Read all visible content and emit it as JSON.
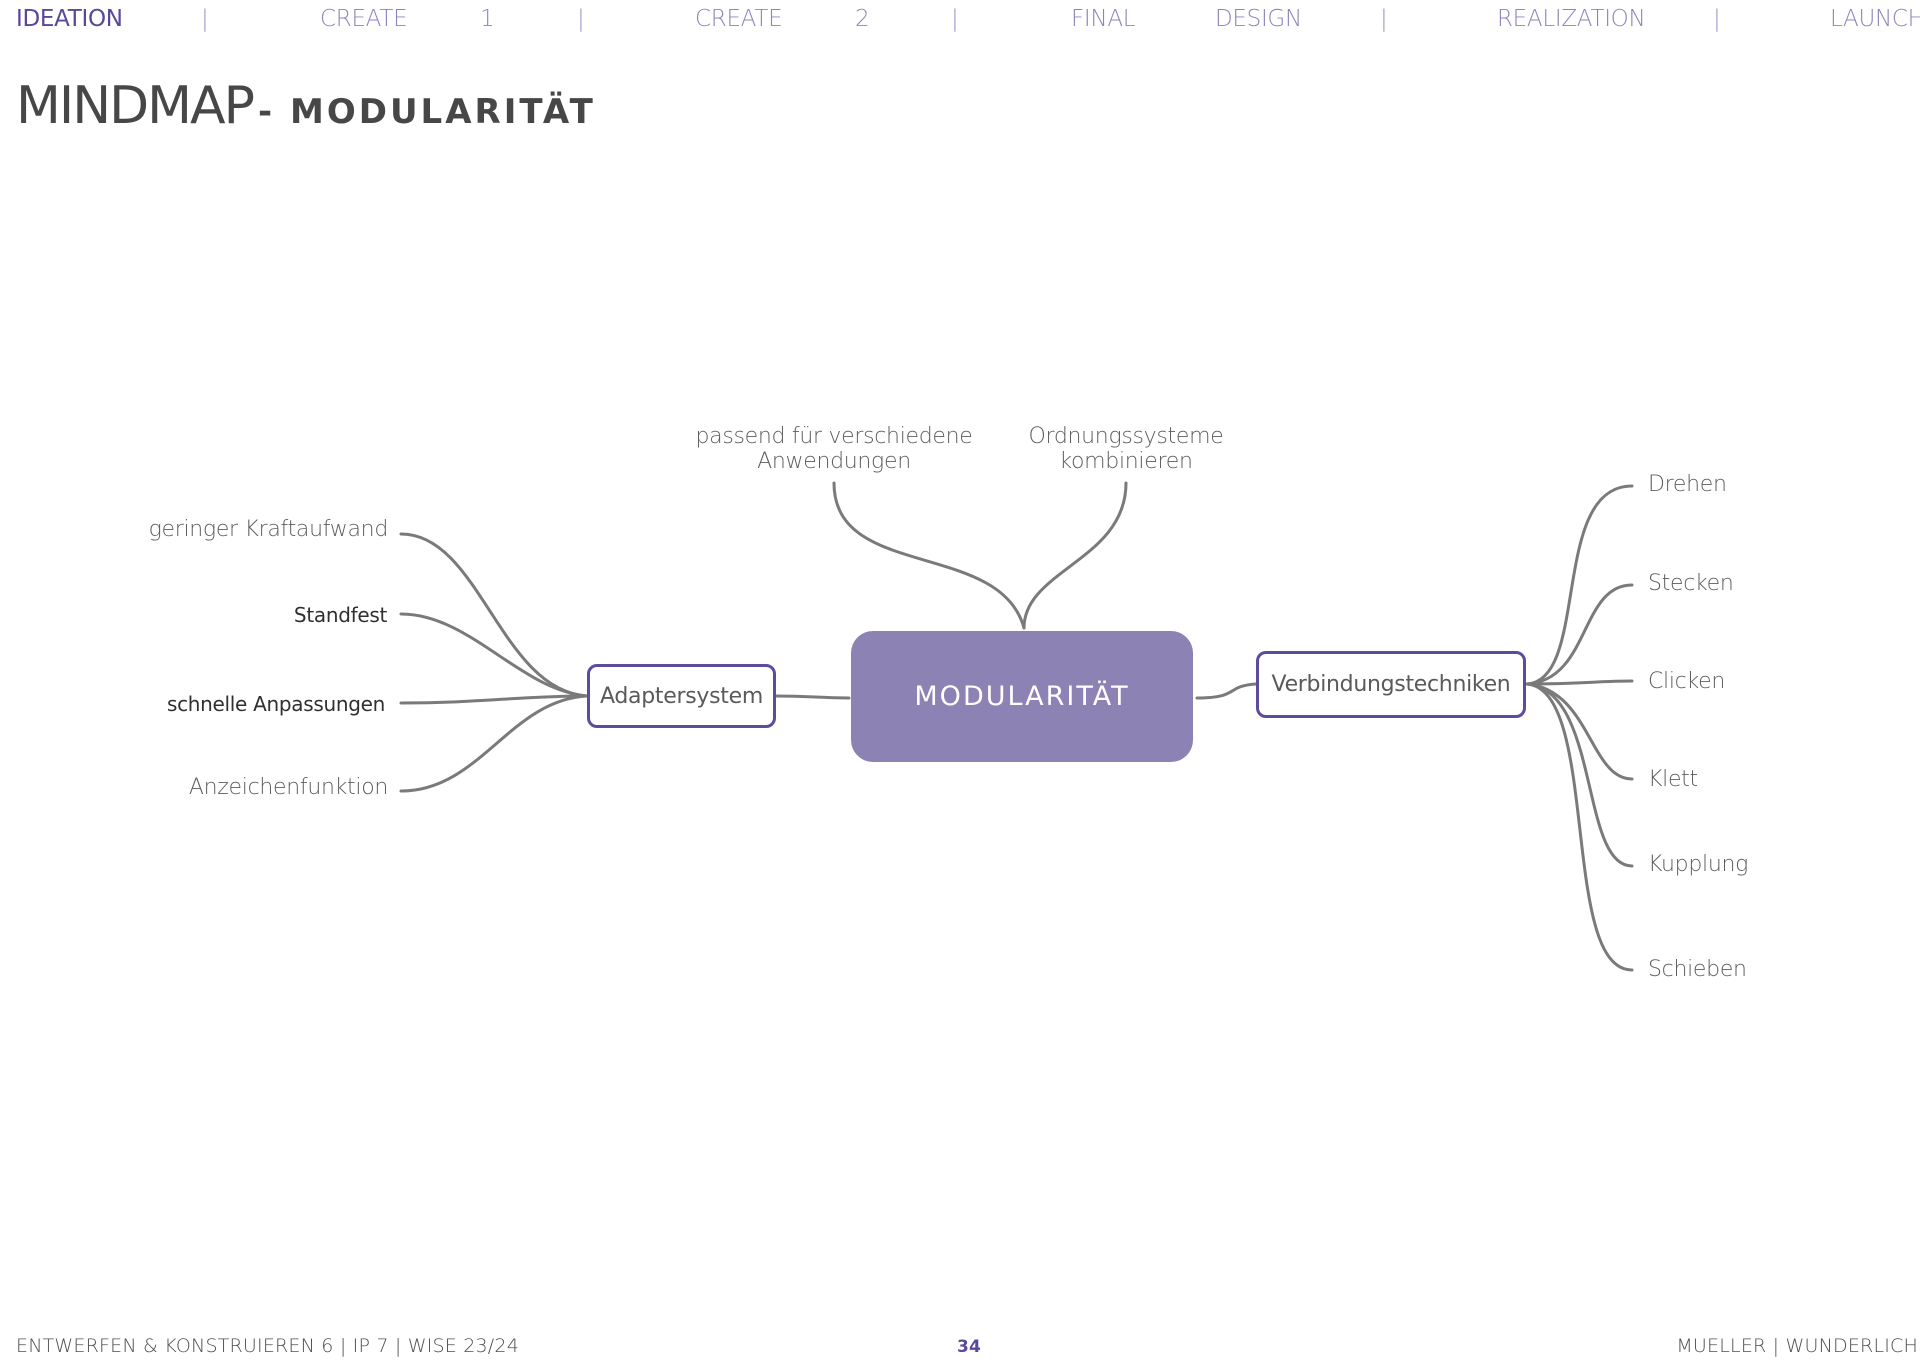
{
  "nav": {
    "items": [
      "IDEATION",
      "|",
      "CREATE",
      "1",
      "|",
      "CREATE",
      "2",
      "|",
      "FINAL",
      "DESIGN",
      "|",
      "REALIZATION",
      "|",
      "LAUNCH"
    ]
  },
  "title": {
    "main": "MINDMAP",
    "sub": "- MODULARITÄT"
  },
  "mindmap": {
    "center": "MODULARITÄT",
    "left_node": "Adaptersystem",
    "right_node": "Verbindungstechniken",
    "left_branches": [
      "geringer Kraftaufwand",
      "Standfest",
      "schnelle Anpassungen",
      "Anzeichenfunktion"
    ],
    "top_branches": [
      {
        "line1": "passend für verschiedene",
        "line2": "Anwendungen"
      },
      {
        "line1": "Ordnungssysteme",
        "line2": "kombinieren"
      }
    ],
    "right_branches": [
      "Drehen",
      "Stecken",
      "Clicken",
      "Klett",
      "Kupplung",
      "Schieben"
    ],
    "colors": {
      "accent": "#5e4b9c",
      "center_fill": "#8c82b4",
      "line": "#7a7a7a"
    }
  },
  "footer": {
    "left": "ENTWERFEN & KONSTRUIEREN 6 | IP 7 | WISE 23/24",
    "page": "34",
    "right": "MUELLER | WUNDERLICH"
  }
}
